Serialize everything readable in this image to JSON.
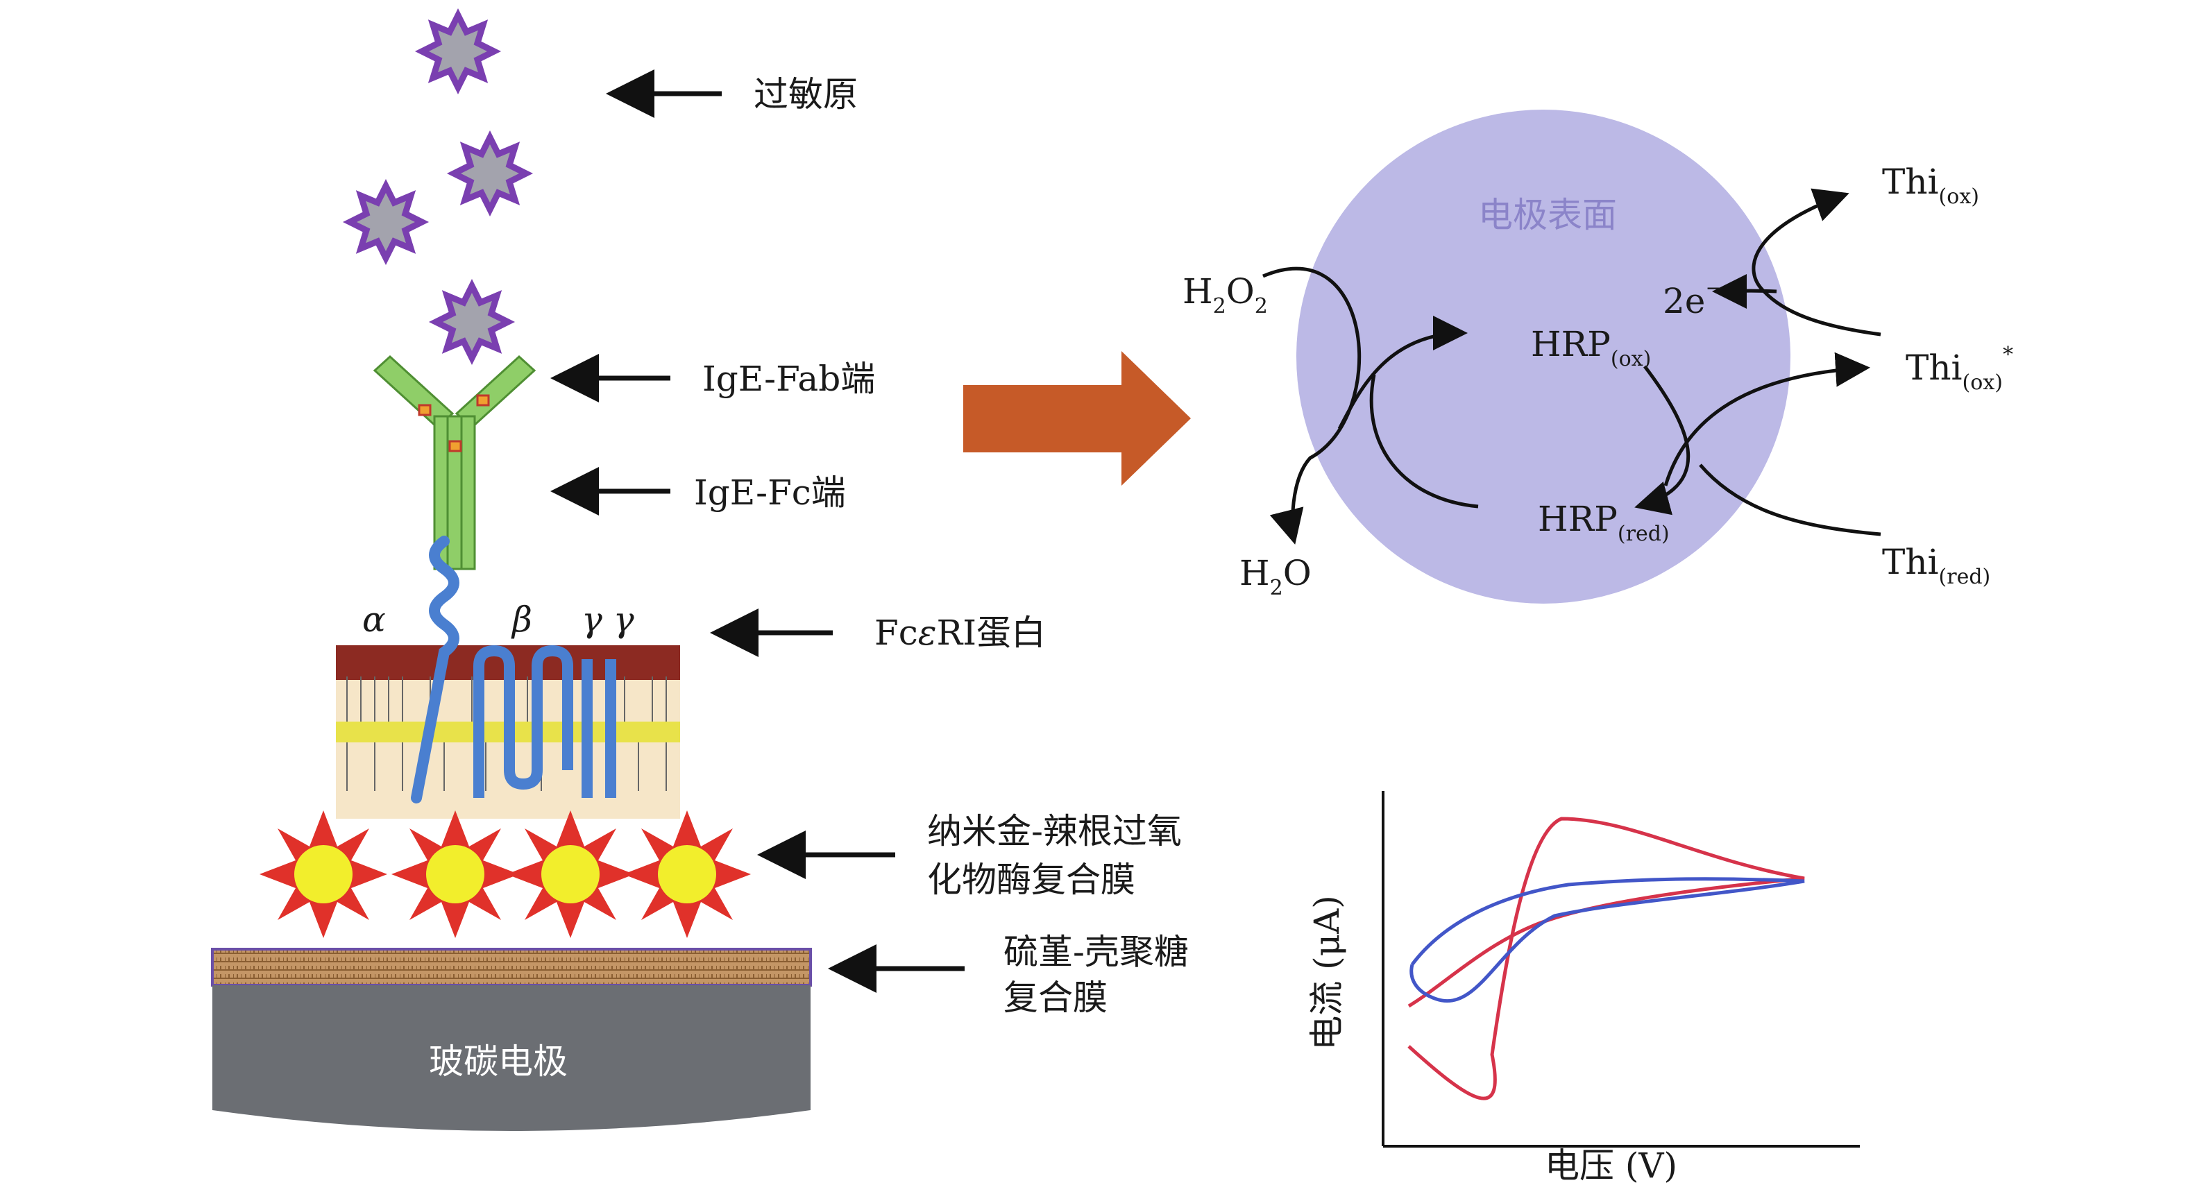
{
  "labels": {
    "allergen": "过敏原",
    "ige_fab": "IgE-Fab端",
    "ige_fc": "IgE-Fc端",
    "fceri_prefix": "Fc",
    "fceri_epsilon": "ε",
    "fceri_suffix": "RI蛋白",
    "nanogold_line1": "纳米金-辣根过氧",
    "nanogold_line2": "化物酶复合膜",
    "thionine_line1": "硫堇-壳聚糖",
    "thionine_line2": "复合膜",
    "electrode": "玻碳电极",
    "alpha": "α",
    "beta": "β",
    "gamma": "γ γ"
  },
  "reaction": {
    "surface": "电极表面",
    "h2o2": "H",
    "h2o2_sub1": "2",
    "h2o2_o": "O",
    "h2o2_sub2": "2",
    "h2o": "H",
    "h2o_sub": "2",
    "h2o_o": "O",
    "hrp": "HRP",
    "ox": "(ox)",
    "red": "(red)",
    "thi": "Thi",
    "star": "*",
    "electrons": "2e",
    "minus": "−"
  },
  "chart": {
    "ylabel": "电流 (μA)",
    "xlabel": "电压 (V)"
  },
  "colors": {
    "allergen_fill": "#a3a3ad",
    "allergen_outline": "#7a3fb0",
    "antibody_green": "#7fbf5a",
    "protein_blue": "#4a7fd0",
    "arrow_orange": "#c65a28",
    "circle_fill": "#bcb9e6",
    "surface_text": "#8b84c9",
    "star_red": "#e0312a",
    "star_yellow": "#f2ee2c",
    "film_brown": "#b98b57",
    "electrode_gray": "#6b6e73",
    "cv_red": "#d6334a",
    "cv_blue": "#4256c8"
  }
}
